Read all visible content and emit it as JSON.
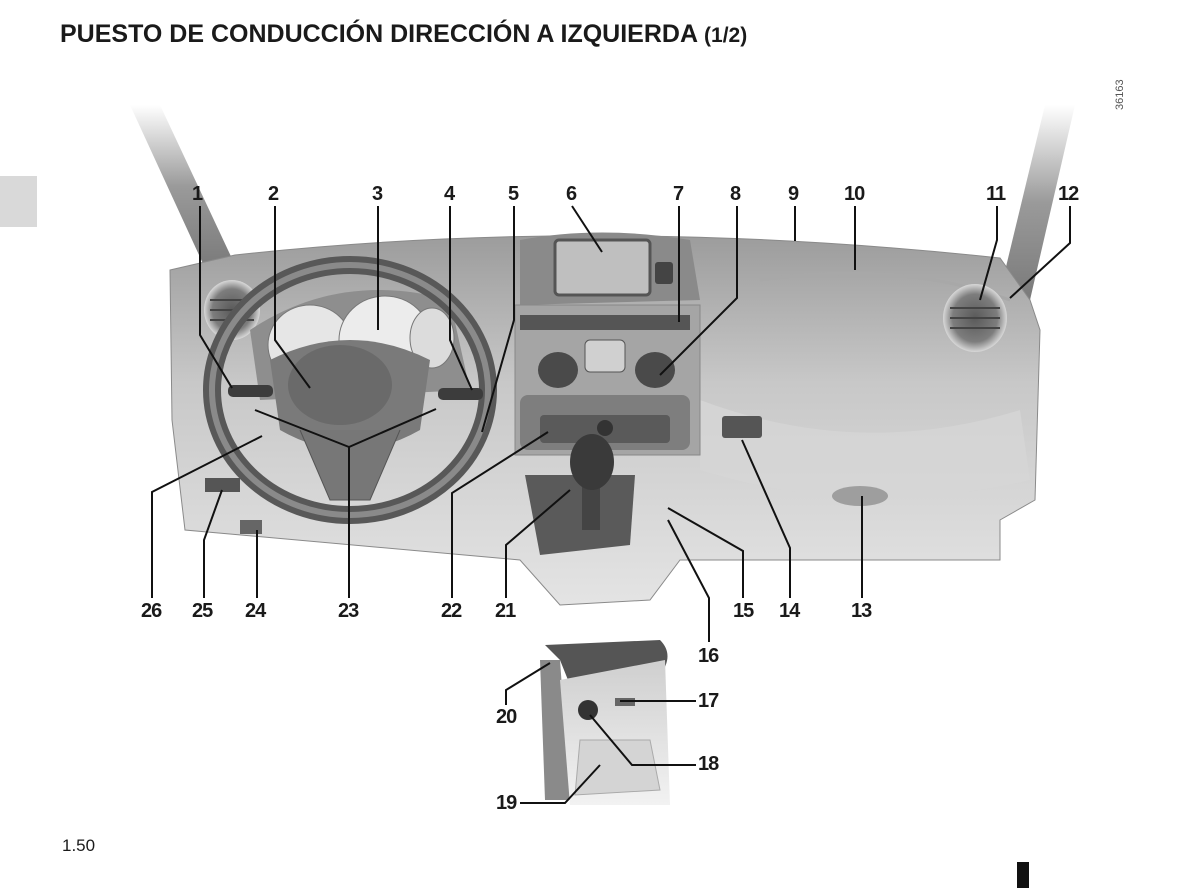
{
  "page": {
    "title": "PUESTO DE CONDUCCIÓN DIRECCIÓN A IZQUIERDA",
    "title_part": "(1/2)",
    "page_number": "1.50",
    "image_ref": "36163"
  },
  "callouts": {
    "c1": "1",
    "c2": "2",
    "c3": "3",
    "c4": "4",
    "c5": "5",
    "c6": "6",
    "c7": "7",
    "c8": "8",
    "c9": "9",
    "c10": "10",
    "c11": "11",
    "c12": "12",
    "c13": "13",
    "c14": "14",
    "c15": "15",
    "c16": "16",
    "c17": "17",
    "c18": "18",
    "c19": "19",
    "c20": "20",
    "c21": "21",
    "c22": "22",
    "c23": "23",
    "c24": "24",
    "c25": "25",
    "c26": "26"
  },
  "icons": [
    "dashboard-illustration",
    "steering-wheel",
    "gear-knob",
    "handbrake-lever"
  ],
  "colors": {
    "illustration_fill": "#bdbdbd",
    "illustration_dark": "#6e6e6e",
    "leader_line": "#111111"
  }
}
